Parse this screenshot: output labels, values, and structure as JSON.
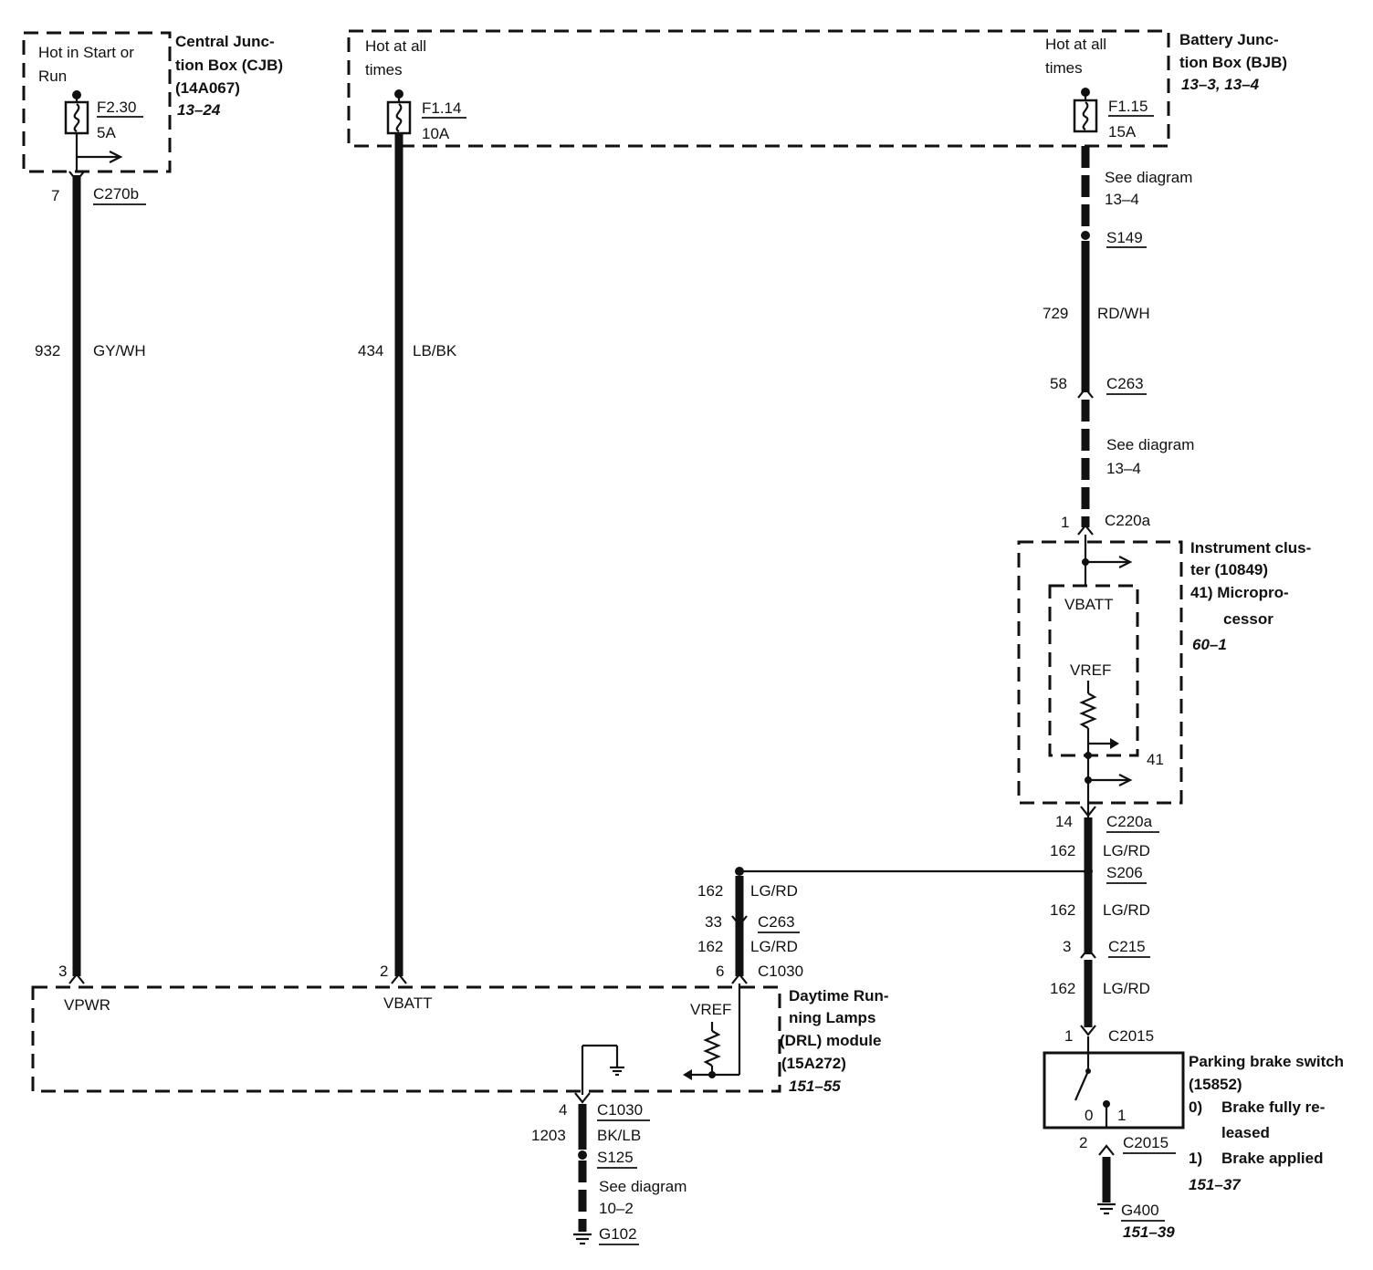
{
  "cjb": {
    "hot_label_1": "Hot in Start or",
    "hot_label_2": "Run",
    "fuse_id": "F2.30",
    "fuse_rating": "5A",
    "title_1": "Central Junc-",
    "title_2": "tion Box (CJB)",
    "title_3": "(14A067)",
    "ref": "13–24"
  },
  "bjb": {
    "hot_left_1": "Hot at all",
    "hot_left_2": "times",
    "fuse_left_id": "F1.14",
    "fuse_left_rating": "10A",
    "hot_right_1": "Hot at all",
    "hot_right_2": "times",
    "fuse_right_id": "F1.15",
    "fuse_right_rating": "15A",
    "title_1": "Battery Junc-",
    "title_2": "tion Box (BJB)",
    "ref": "13–3, 13–4"
  },
  "circuit_932": {
    "pin": "7",
    "connector": "C270b",
    "circuit": "932",
    "color": "GY/WH",
    "module_pin": "3",
    "module_terminal": "VPWR"
  },
  "circuit_434": {
    "circuit": "434",
    "color": "LB/BK",
    "module_pin": "2",
    "module_terminal": "VBATT"
  },
  "circuit_729": {
    "see_1": "See diagram",
    "see_1b": "13–4",
    "splice": "S149",
    "circuit": "729",
    "color": "RD/WH",
    "pin_c263": "58",
    "connector_c263": "C263",
    "see_2": "See diagram",
    "see_2b": "13–4",
    "pin_c220": "1",
    "connector_c220": "C220a"
  },
  "cluster": {
    "title_1": "Instrument clus-",
    "title_2": "ter (10849)",
    "title_3": "41)  Micropro-",
    "title_4": "cessor",
    "ref": "60–1",
    "vbatt": "VBATT",
    "vref": "VREF",
    "pin": "41"
  },
  "circuit_162": {
    "pin_out": "14",
    "conn_out": "C220a",
    "circuit": "162",
    "color": "LG/RD",
    "splice": "S206",
    "pin_c215": "3",
    "conn_c215": "C215",
    "pin_c2015": "1",
    "conn_c2015": "C2015",
    "left_pin_c263": "33",
    "left_conn_c263": "C263",
    "left_pin_c1030": "6",
    "left_conn_c1030": "C1030"
  },
  "drl": {
    "title_1": "Daytime Run-",
    "title_2": "ning Lamps",
    "title_3": "(DRL) module",
    "title_4": "(15A272)",
    "ref": "151–55",
    "vref": "VREF"
  },
  "ground_drl": {
    "pin": "4",
    "connector": "C1030",
    "circuit": "1203",
    "color": "BK/LB",
    "splice": "S125",
    "see_1": "See diagram",
    "see_2": "10–2",
    "ground": "G102"
  },
  "parking_brake": {
    "title_1": "Parking brake switch",
    "title_2": "(15852)",
    "state0_num": "0)",
    "state0_1": "Brake fully re-",
    "state0_2": "leased",
    "state1_num": "1)",
    "state1": "Brake applied",
    "ref": "151–37",
    "pos0": "0",
    "pos1": "1",
    "pin": "2",
    "connector": "C2015",
    "ground": "G400",
    "ground_ref": "151–39"
  }
}
